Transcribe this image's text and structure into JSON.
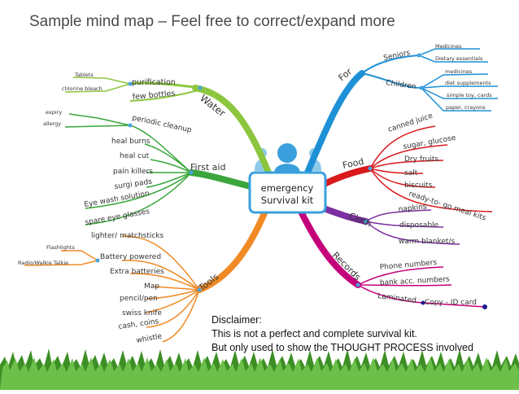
{
  "title": "Sample mind map – Feel free to correct/expand more",
  "center": {
    "line1": "emergency",
    "line2": "Survival kit"
  },
  "branches": {
    "water": {
      "label": "Water",
      "purification": "purification",
      "tablets": "Tablets",
      "chlorine": "chlorine bleach",
      "few_bottles": "few bottles"
    },
    "first_aid": {
      "label": "First aid",
      "periodic_cleanup": "periodic cleanup",
      "expiry": "expiry",
      "allergy": "allergy",
      "heal_burns": "heal burns",
      "heal_cut": "heal cut",
      "pain_killers": "pain killers",
      "surgi_pads": "surgi pads",
      "eye_wash": "Eye wash solution",
      "spare_eye": "spare eye glasses"
    },
    "tools": {
      "label": "Tools",
      "lighter": "lighter/ matchsticks",
      "battery": "Battery powered",
      "flashlights": "Flashlights",
      "radio": "Radio/Walkie Talkie",
      "extra_batteries": "Extra batteries",
      "map": "Map",
      "pencil": "pencil/pen",
      "swiss_knife": "swiss knife",
      "cash": "cash, coins",
      "whistle": "whistle"
    },
    "for": {
      "label": "For",
      "seniors": "Seniors",
      "medicines": "Medicines",
      "dietary": "Dietary essentials",
      "children": "Children",
      "medicines2": "medicines",
      "diet_supp": "diet supplements",
      "toys": "simple toy, cards",
      "paper": "paper, crayons"
    },
    "food": {
      "label": "Food",
      "canned": "canned juice",
      "sugar": "sugar, glucose",
      "dry_fruits": "Dry fruits",
      "salt": "salt",
      "biscuits": "biscuits",
      "ready": "ready-to- go meal kits"
    },
    "cloth": {
      "label": "Cloth",
      "napkins": "napkins",
      "disposable": "disposable",
      "blanket": "warm blanket/s"
    },
    "records": {
      "label": "Records",
      "phone": "Phone numbers",
      "bank": "bank acc. numbers",
      "laminated": "Laminated",
      "copy_id": "Copy - ID card"
    }
  },
  "disclaimer": {
    "heading": "Disclaimer:",
    "line1": "This is not a perfect and complete survival kit.",
    "line2": "But only used to show the THOUGHT PROCESS involved"
  },
  "colors": {
    "water": "#8cc63f",
    "first_aid": "#3aa63c",
    "tools": "#f08a24",
    "for": "#1e90d6",
    "food": "#d9191c",
    "cloth": "#7b2fa0",
    "records": "#c4007a",
    "grass": "#3f9a2a"
  }
}
